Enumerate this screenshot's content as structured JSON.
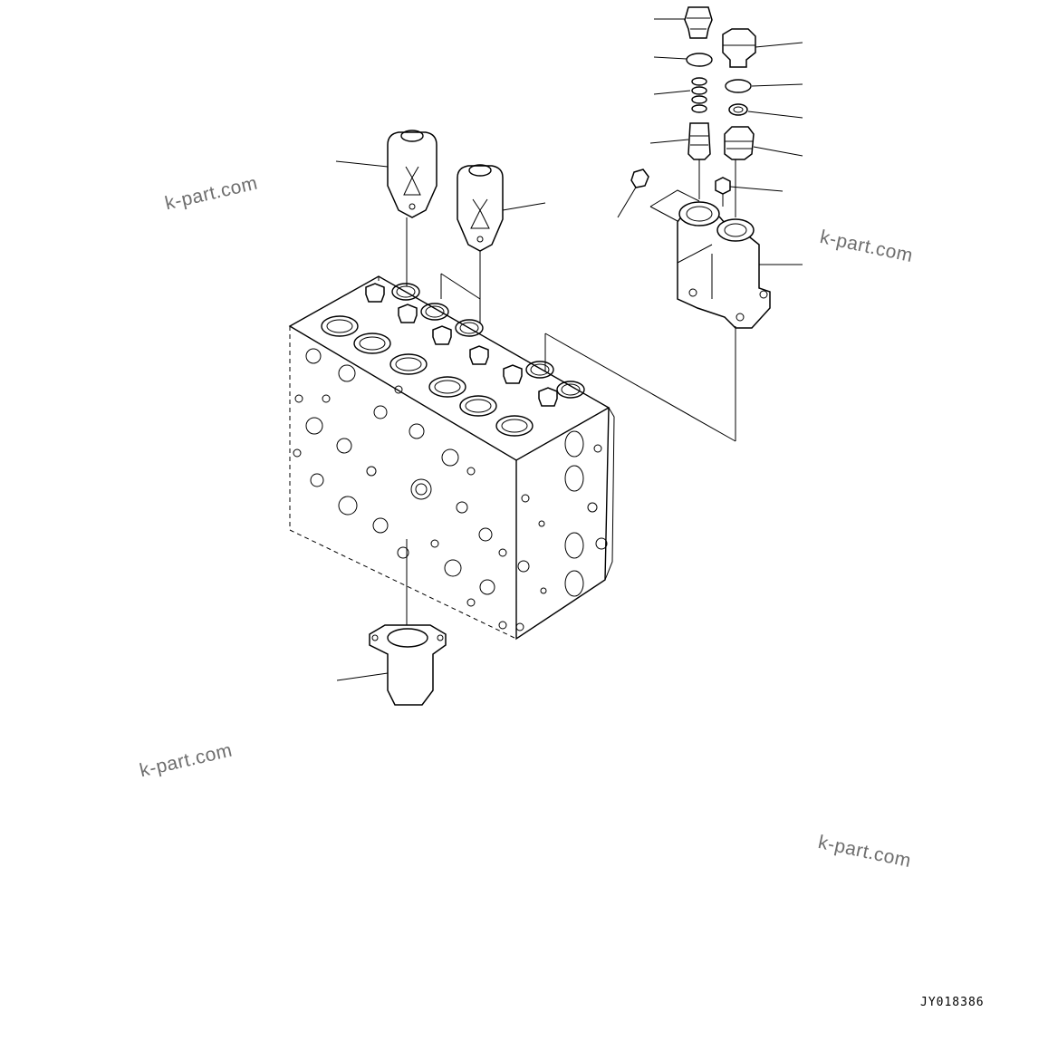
{
  "diagram": {
    "watermarks": [
      "k-part.com",
      "k-part.com",
      "k-part.com",
      "k-part.com"
    ],
    "drawing_code": "JY018386",
    "colors": {
      "line": "#000000",
      "watermark": "#6e6e6e",
      "background": "#ffffff"
    }
  }
}
